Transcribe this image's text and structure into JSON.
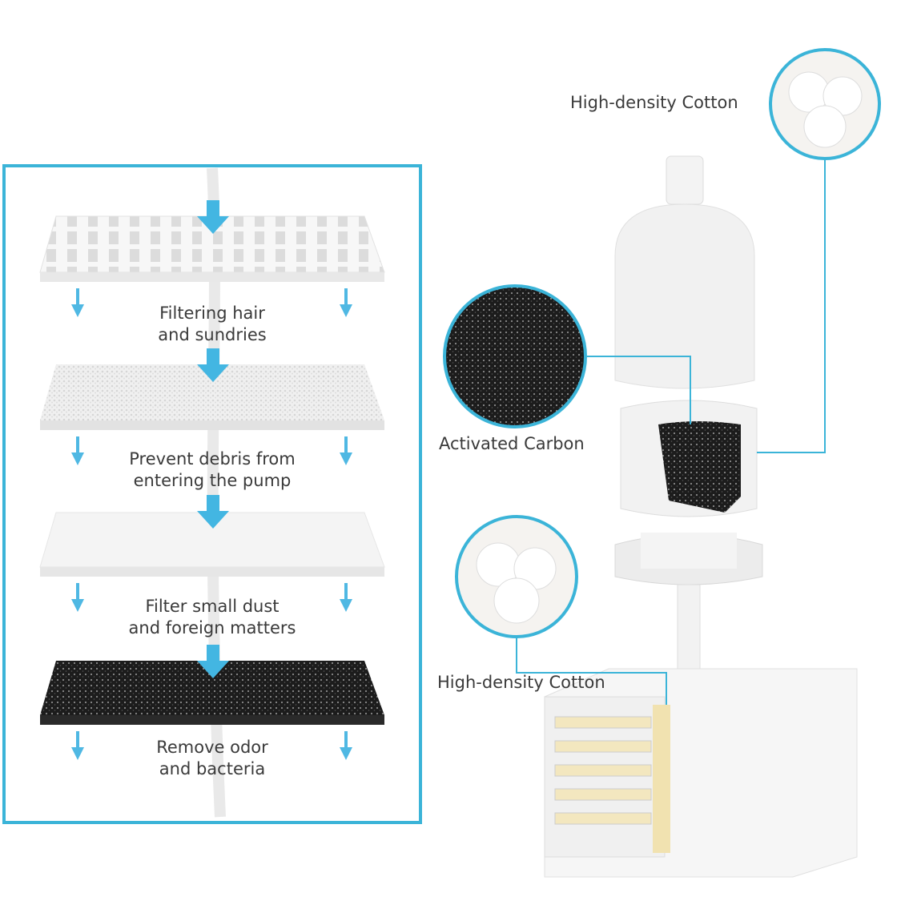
{
  "layers": [
    {
      "caption_line1": "Filtering hair",
      "caption_line2": "and sundries",
      "material": "mesh-plate"
    },
    {
      "caption_line1": "Prevent debris from",
      "caption_line2": "entering the pump",
      "material": "sponge"
    },
    {
      "caption_line1": "Filter small dust",
      "caption_line2": "and foreign matters",
      "material": "fine-filter"
    },
    {
      "caption_line1": "Remove odor",
      "caption_line2": "and bacteria",
      "material": "activated-carbon"
    }
  ],
  "callouts": {
    "top_cotton": "High-density Cotton",
    "carbon": "Activated Carbon",
    "bottom_cotton": "High-density Cotton"
  },
  "colors": {
    "accent": "#3bb4d8",
    "arrow": "#4fb8e3",
    "carbon": "#1e1e1e"
  }
}
